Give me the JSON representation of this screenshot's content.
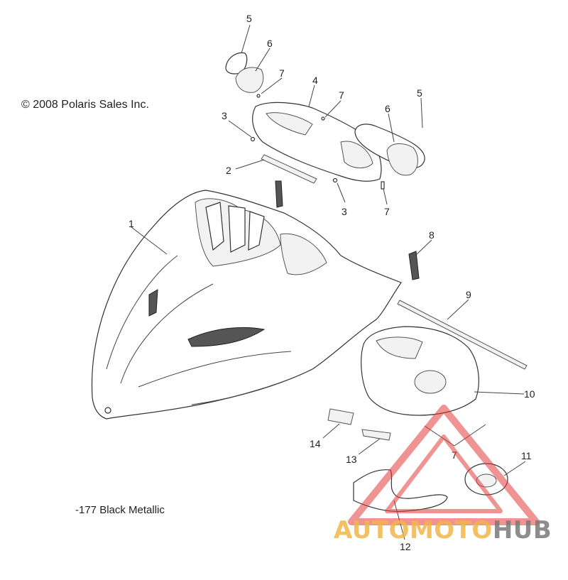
{
  "copyright": "© 2008 Polaris Sales Inc.",
  "color_note": "-177 Black Metallic",
  "callouts": {
    "c1": "1",
    "c2": "2",
    "c3a": "3",
    "c3b": "3",
    "c4": "4",
    "c5a": "5",
    "c5b": "5",
    "c6a": "6",
    "c6b": "6",
    "c7a": "7",
    "c7b": "7",
    "c7c": "7",
    "c7d": "7",
    "c8": "8",
    "c9": "9",
    "c10": "10",
    "c11": "11",
    "c12": "12",
    "c13": "13",
    "c14": "14"
  },
  "watermark": {
    "part1": "AUTOMOTO",
    "part2": "HUB"
  },
  "colors": {
    "line": "#333333",
    "watermark_red": "#e23b3b",
    "watermark_orange": "#f2b64a",
    "watermark_gray": "#7a7a7a"
  }
}
